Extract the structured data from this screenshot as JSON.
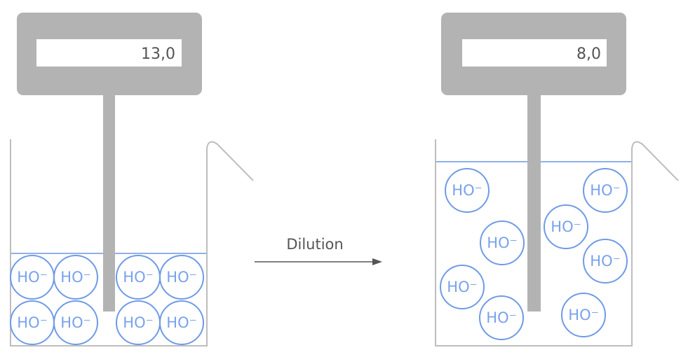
{
  "before": {
    "reading": "13,0",
    "ion_count": 8
  },
  "process": {
    "label": "Dilution"
  },
  "after": {
    "reading": "8,0",
    "ion_count": 8
  },
  "ion_label": "HO⁻",
  "colors": {
    "meter": "#b3b3b3",
    "ion": "#6f9be6",
    "beaker": "#bdbdbd",
    "liquid": "#8fb0ea"
  }
}
